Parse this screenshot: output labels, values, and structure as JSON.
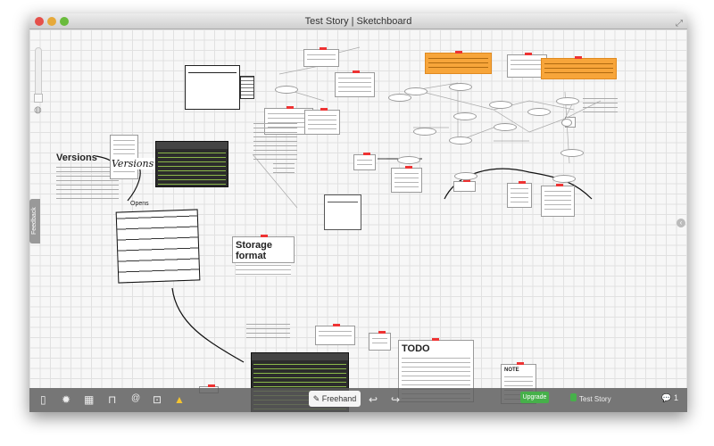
{
  "window": {
    "title": "Test Story | Sketchboard"
  },
  "sidebar": {
    "feedback_label": "Feedback"
  },
  "canvas": {
    "versions_title": "Versions",
    "versions_scribble": "Versions",
    "opens_label": "Opens",
    "storage_title": "Storage format",
    "todo_title": "TODO",
    "note_title": "NOTE"
  },
  "toolbar": {
    "icons": [
      "document-icon",
      "gear-icon",
      "grid-icon",
      "lock-icon",
      "at-icon",
      "inbox-icon",
      "drive-icon"
    ],
    "freehand_label": "Freehand",
    "upgrade_label": "Upgrade",
    "story_label": "Test Story",
    "comment_count": "1"
  },
  "colors": {
    "accent_orange": "#f7a53a",
    "upgrade_green": "#46b04a",
    "tag_red": "#e33333"
  }
}
